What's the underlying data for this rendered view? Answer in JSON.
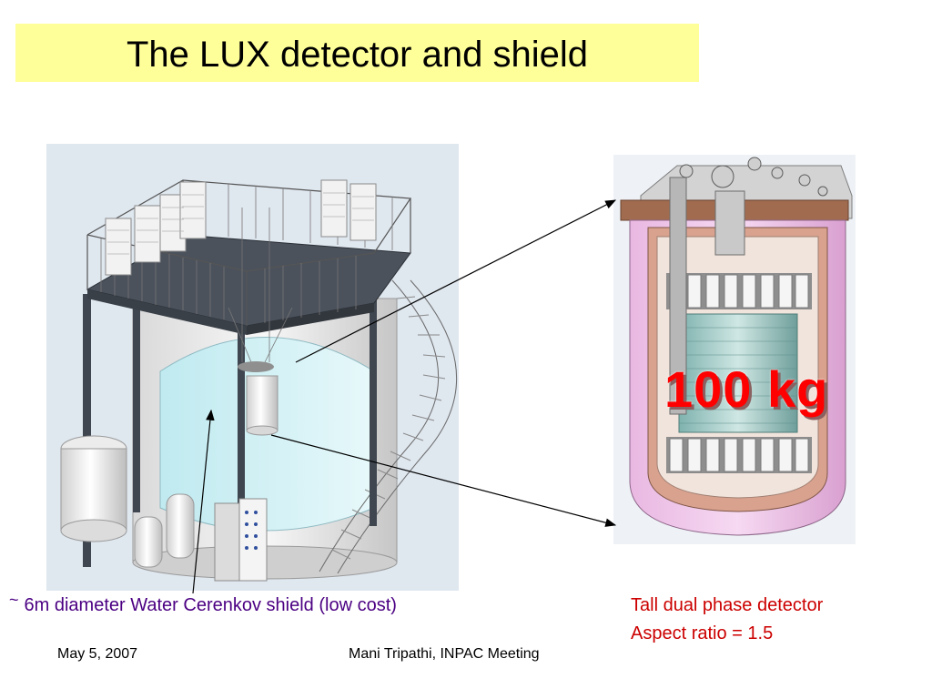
{
  "slide": {
    "title": "The LUX detector and shield",
    "left_caption": {
      "tilde": "~",
      "text": "6m diameter Water Cerenkov shield (low cost)"
    },
    "right_caption": {
      "line1": "Tall dual phase detector",
      "line2": "Aspect ratio  = 1.5"
    },
    "detector_mass_label": "100 kg",
    "footer": {
      "date": "May 5, 2007",
      "author": "Mani Tripathi, INPAC Meeting"
    },
    "colors": {
      "title_background": "#ffff99",
      "left_caption": "#4b0082",
      "right_caption": "#cc0000",
      "mass_label": "#ff0000"
    }
  }
}
